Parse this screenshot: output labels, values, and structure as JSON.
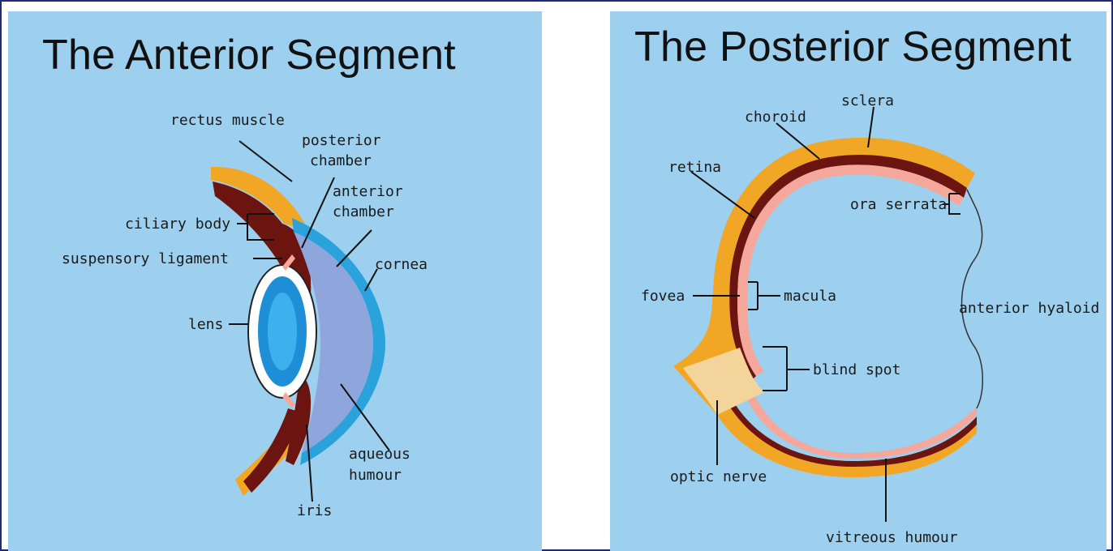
{
  "anterior": {
    "title": "The Anterior Segment",
    "labels": {
      "rectus_muscle": "rectus muscle",
      "posterior": "posterior",
      "chamber": "chamber",
      "anterior": "anterior",
      "chamber2": "chamber",
      "ciliary_body": "ciliary body",
      "cornea": "cornea",
      "suspensory_ligament": "suspensory ligament",
      "lens": "lens",
      "aqueous": "aqueous",
      "humour": "humour",
      "iris": "iris"
    }
  },
  "posterior": {
    "title": "The Posterior Segment",
    "labels": {
      "sclera": "sclera",
      "choroid": "choroid",
      "retina": "retina",
      "ora_serrata": "ora serrata",
      "fovea": "fovea",
      "macula": "macula",
      "anterior_hyaloid": "anterior hyaloid",
      "blind_spot": "blind spot",
      "optic_nerve": "optic nerve",
      "vitreous_humour": "vitreous humour"
    }
  },
  "colors": {
    "background": "#9dd0ee",
    "sclera": "#f2a626",
    "choroid": "#6b1410",
    "retina": "#f4a79a",
    "cornea": "#2aa2dc",
    "chamber": "#8ea6dc",
    "lens": "#1e8fd6",
    "optic_nerve": "#f3d49a",
    "border": "#1f2a78"
  }
}
